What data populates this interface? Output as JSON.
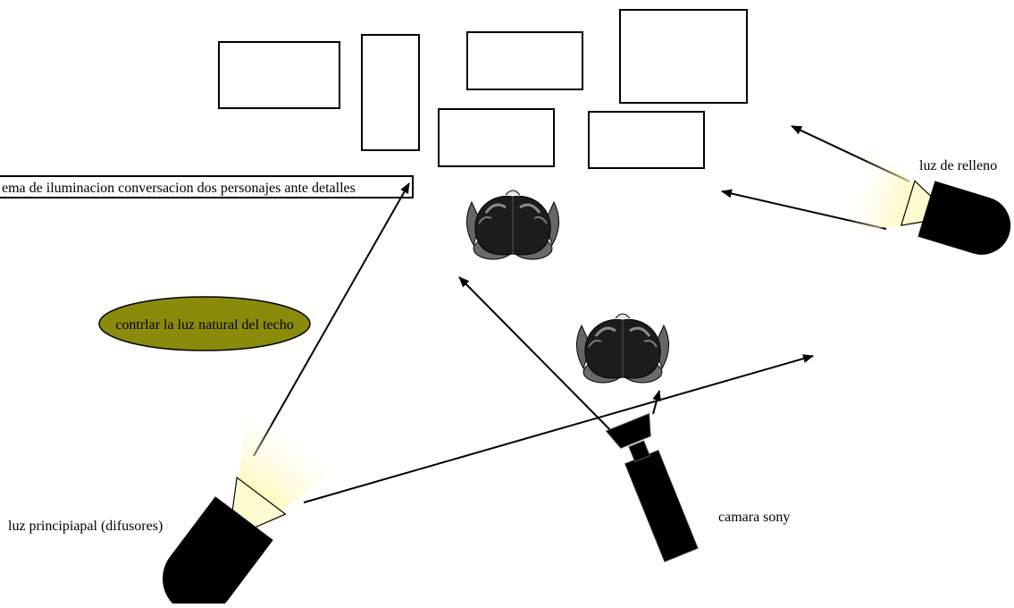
{
  "diagram": {
    "title": "ema de iluminacion conversacion dos personajes ante detalles",
    "note": "contrlar la luz natural del techo",
    "labels": {
      "key_light": "luz principiapal (difusores)",
      "fill_light": "luz de relleno",
      "camera": "camara sony"
    },
    "icons": {
      "key_light": "spotlight-icon",
      "fill_light": "spotlight-icon",
      "camera": "camera-icon",
      "person": "person-head-icon"
    },
    "colors": {
      "note_fill": "#8b8b0b",
      "light_glow": "#fff7a8",
      "outline": "#000000",
      "head_dark": "#1c1c1c",
      "head_mid": "#6a6a6a"
    }
  }
}
